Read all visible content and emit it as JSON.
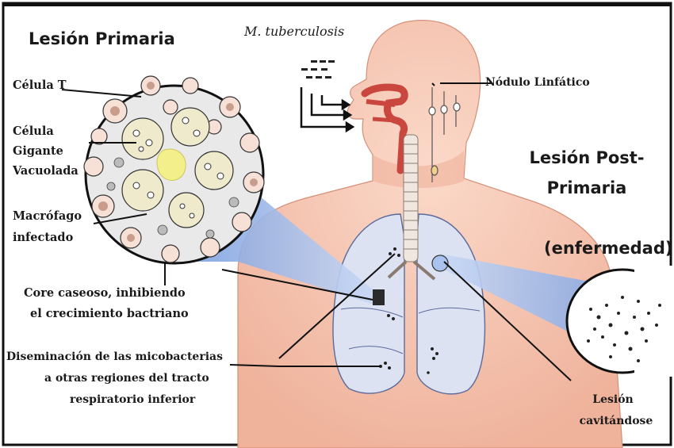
{
  "title_left": "Lesión Primaria",
  "organism": "M. tuberculosis",
  "title_right_line1": "Lesión Post-",
  "title_right_line2": "Primaria",
  "title_right_line3": "(enfermedad)",
  "labels": {
    "t_cell": "Célula T",
    "giant_cell_1": "Célula",
    "giant_cell_2": "Gigante",
    "giant_cell_3": "Vacuolada",
    "macrophage_1": "Macrófago",
    "macrophage_2": "infectado",
    "lymph_node": "Nódulo Linfático",
    "caseous_1": "Core caseoso, inhibiendo",
    "caseous_2": "el crecimiento bactriano",
    "spread_1": "Diseminación de las micobacterias",
    "spread_2": "a otras regiones del tracto",
    "spread_3": "respiratorio inferior",
    "cavitating_1": "Lesión",
    "cavitating_2": "cavitándose"
  },
  "colors": {
    "skin": "#f6c9b8",
    "skin_shadow": "#eca991",
    "lung": "#dcdcf0",
    "lung_outline": "#5a6a9c",
    "zoom_cone": "#8fb0e6",
    "border": "#111111"
  }
}
